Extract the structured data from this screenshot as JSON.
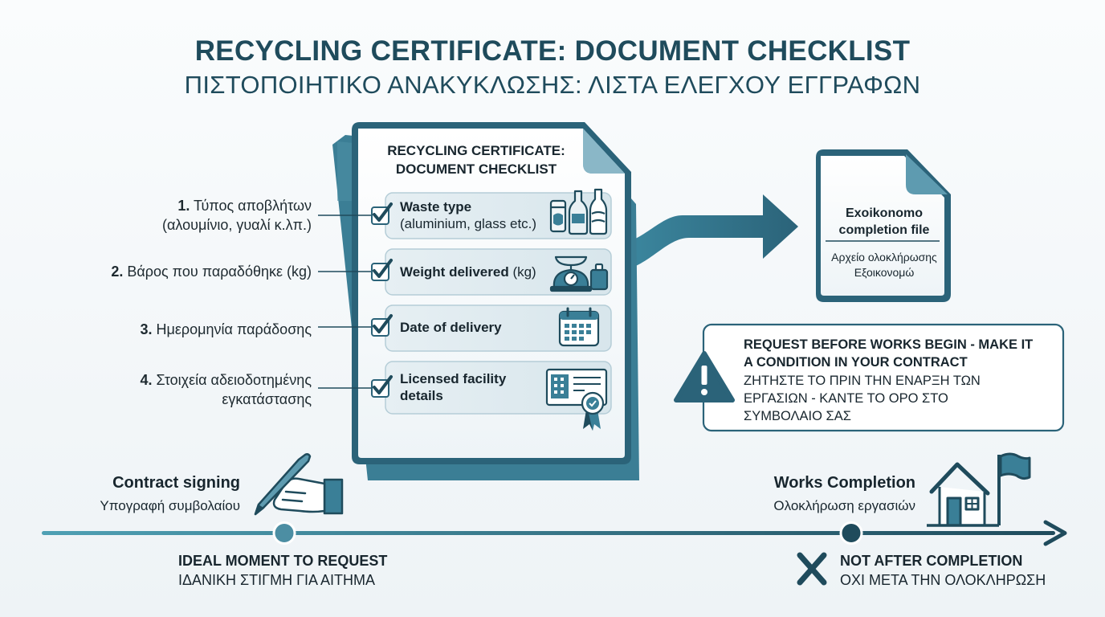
{
  "title": {
    "en": "RECYCLING CERTIFICATE: DOCUMENT CHECKLIST",
    "gr": "ΠΙΣΤΟΠΟΙΗΤΙΚΟ ΑΝΑΚΥΚΛΩΣΗΣ: ΛΙΣΤΑ ΕΛΕΓΧΟΥ ΕΓΓΡΑΦΩΝ"
  },
  "document": {
    "title_line1": "RECYCLING CERTIFICATE:",
    "title_line2": "DOCUMENT CHECKLIST",
    "items": [
      {
        "bold": "Waste type",
        "normal": "(aluminium, glass etc.)",
        "icon": "bottles-cans-icon",
        "checked": true
      },
      {
        "bold": "Weight delivered",
        "normal": " (kg)",
        "icon": "scale-icon",
        "checked": true
      },
      {
        "bold": "Date of delivery",
        "normal": "",
        "icon": "calendar-icon",
        "checked": true
      },
      {
        "bold": "Licensed facility",
        "bold2": "details",
        "icon": "certificate-icon",
        "checked": true
      }
    ]
  },
  "left_labels": [
    {
      "num": "1.",
      "line1": " Τύπος αποβλήτων",
      "line2": "(αλουμίνιο, γυαλί κ.λπ.)"
    },
    {
      "num": "2.",
      "line1": " Βάρος που παραδόθηκε (kg)",
      "line2": ""
    },
    {
      "num": "3.",
      "line1": " Ημερομηνία παράδοσης",
      "line2": ""
    },
    {
      "num": "4.",
      "line1": " Στοιχεία αδειοδοτημένης",
      "line2": "εγκατάστασης"
    }
  ],
  "exoikonomo": {
    "title_line1": "Exoikonomo",
    "title_line2": "completion file",
    "sub_line1": "Αρχείο ολοκλήρωσης",
    "sub_line2": "Εξοικονομώ"
  },
  "warning": {
    "en_line1": "REQUEST BEFORE WORKS BEGIN - MAKE IT",
    "en_line2": "A CONDITION IN YOUR CONTRACT",
    "gr_line1": "ΖΗΤΗΣΤΕ ΤΟ ΠΡΙΝ ΤΗΝ ΕΝΑΡΞΗ ΤΩΝ",
    "gr_line2": "ΕΡΓΑΣΙΩΝ - ΚΑΝΤΕ ΤΟ ΟΡΟ ΣΤΟ",
    "gr_line3": "ΣΥΜΒΟΛΑΙΟ ΣΑΣ",
    "icon": "warning-icon"
  },
  "timeline": {
    "start": {
      "label_en": "Contract signing",
      "label_gr": "Υπογραφή συμβολαίου",
      "note_en": "IDEAL MOMENT TO REQUEST",
      "note_gr": "ΙΔΑΝΙΚΗ ΣΤΙΓΜΗ ΓΙΑ ΑΙΤΗΜΑ",
      "icon": "hand-pen-icon"
    },
    "end": {
      "label_en": "Works Completion",
      "label_gr": "Ολοκλήρωση εργασιών",
      "note_en": "NOT AFTER COMPLETION",
      "note_gr": "ΟΧΙ ΜΕΤΑ ΤΗΝ ΟΛΟΚΛΗΡΩΣΗ",
      "icon": "house-flag-icon",
      "mark_icon": "x-icon"
    }
  },
  "colors": {
    "primary": "#1f4b5c",
    "accent": "#3a7f97",
    "light_panel": "#e3edf2"
  }
}
